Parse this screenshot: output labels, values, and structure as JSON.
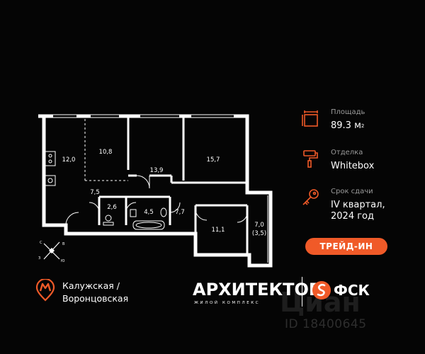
{
  "info": {
    "area_label": "Площадь",
    "area_value": "89.3 м",
    "area_unit_sup": "2",
    "finish_label": "Отделка",
    "finish_value": "Whitebox",
    "deadline_label": "Срок сдачи",
    "deadline_line1": "IV квартал,",
    "deadline_line2": "2024 год"
  },
  "trade_in_button": "ТРЕЙД-ИН",
  "rooms": {
    "kitchen": "12,0",
    "living": "10,8",
    "room_13_9": "13,9",
    "room_15_7": "15,7",
    "hall": "7,5",
    "wc": "2,6",
    "bath": "4,5",
    "corridor": "7,7",
    "room_11_1": "11,1",
    "balcony_area": "7,0",
    "balcony_reduced": "(3,5)"
  },
  "compass": {
    "c": "С",
    "v": "В",
    "yu": "Ю",
    "z": "З"
  },
  "metro": {
    "line1": "Калужская /",
    "line2": "Воронцовская"
  },
  "brand": {
    "name": "АРХИТЕКТОР",
    "subtitle": "ЖИЛОЙ КОМПЛЕКС",
    "developer": "ФСК"
  },
  "watermark": {
    "name": "Циан",
    "id": "ID 18400645"
  },
  "colors": {
    "accent": "#f05a28",
    "background": "#050505"
  }
}
